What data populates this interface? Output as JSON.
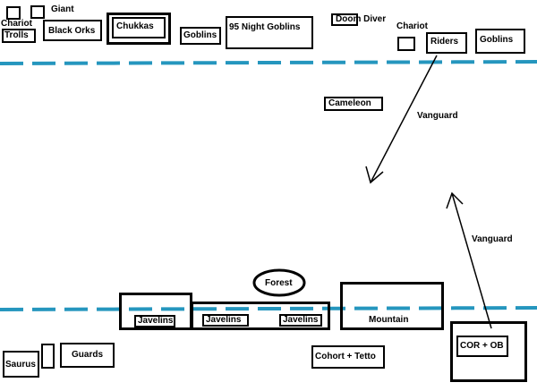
{
  "top_units": {
    "giant": "Giant",
    "chariot_left": "Chariot",
    "trolls": "Trolls",
    "black_orks": "Black Orks",
    "chukkas": "Chukkas",
    "goblins_1": "Goblins",
    "night_goblins": "95 Night Goblins",
    "doom_diver": "Doom Diver",
    "chariot_right": "Chariot",
    "riders": "Riders",
    "goblins_2": "Goblins"
  },
  "middle": {
    "cameleon": "Cameleon",
    "vanguard_top": "Vanguard",
    "vanguard_bottom": "Vanguard"
  },
  "bottom_units": {
    "forest": "Forest",
    "javelins_1": "Javelins",
    "javelins_2": "Javelins",
    "javelins_3": "Javelins",
    "mountain": "Mountain",
    "saurus": "Saurus",
    "guards": "Guards",
    "cohort": "Cohort + Tetto",
    "cor_ob": "COR + OB"
  },
  "colors": {
    "deployment_line": "#2596be",
    "ink": "#000000"
  }
}
